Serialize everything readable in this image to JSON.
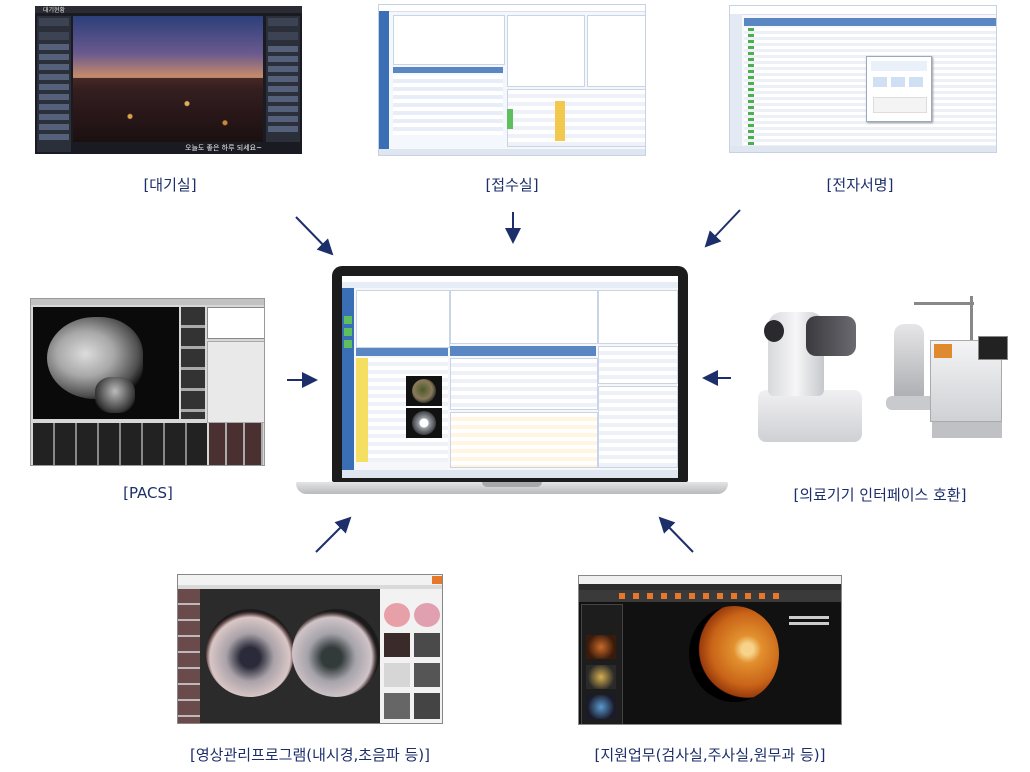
{
  "nodes": {
    "waiting": {
      "label": "[대기실]",
      "window_title": "대기현황",
      "message": "오늘도 좋은 하루 되세요~"
    },
    "reception": {
      "label": "[접수실]"
    },
    "esign": {
      "label": "[전자서명]"
    },
    "pacs": {
      "label": "[PACS]"
    },
    "device": {
      "label": "[의료기기 인터페이스 호환]"
    },
    "imaging": {
      "label": "[영상관리프로그램(내시경,초음파 등)]"
    },
    "support": {
      "label": "[지원업무(검사실,주사실,원무과 등)]"
    }
  },
  "colors": {
    "caption": "#1d2f6b",
    "arrow": "#1d2f6b",
    "ui_blue": "#3a6fb5",
    "ui_dark": "#222222"
  }
}
